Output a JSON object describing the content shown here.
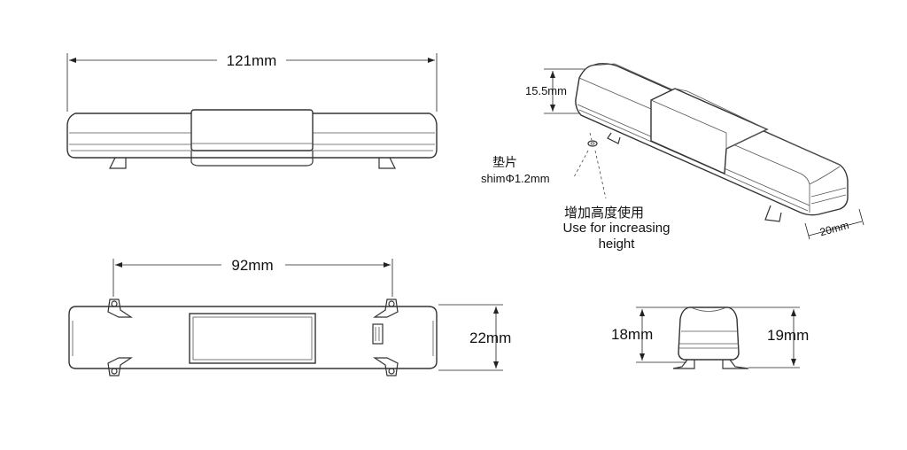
{
  "dimensions": {
    "length_top": "121mm",
    "mount_spacing": "92mm",
    "width_bottom": "22mm",
    "height_iso": "15.5mm",
    "depth_iso": "20mm",
    "height_front_left": "18mm",
    "height_front_right": "19mm"
  },
  "shim": {
    "label_cn": "垫片",
    "label_en": "shimΦ1.2mm"
  },
  "note": {
    "label_cn": "增加高度使用",
    "label_en_line1": "Use for increasing",
    "label_en_line2": "height"
  },
  "colors": {
    "line": "#333333",
    "background": "#ffffff"
  }
}
